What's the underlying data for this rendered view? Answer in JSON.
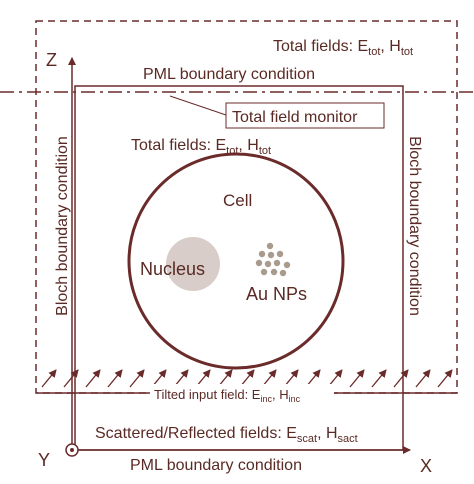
{
  "colors": {
    "line": "#6b2b2b",
    "text": "#5a2a24",
    "nucleus": "#d8cdc8",
    "nanoparticle": "#a89a8c"
  },
  "labels": {
    "total_fields_top": {
      "prefix": "Total fields: E",
      "e_sub": "tot",
      "mid": ", H",
      "h_sub": "tot"
    },
    "pml_top": "PML boundary condition",
    "total_field_monitor": "Total field monitor",
    "total_fields_inner": {
      "prefix": "Total fields: E",
      "e_sub": "tot",
      "mid": ", H",
      "h_sub": "tot"
    },
    "cell": "Cell",
    "nucleus": "Nucleus",
    "au_nps": "Au NPs",
    "bloch_left": "Bloch boundary condition",
    "bloch_right": "Bloch boundary condition",
    "tilted_input": {
      "prefix": "Tilted input field: E",
      "e_sub": "inc",
      "mid": ", H",
      "h_sub": "inc"
    },
    "scattered": {
      "prefix": "Scattered/Reflected fields: E",
      "e_sub": "scat",
      "mid": ", H",
      "h_sub": "sact"
    },
    "pml_bottom": "PML boundary condition",
    "axis_z": "Z",
    "axis_y": "Y",
    "axis_x": "X"
  }
}
